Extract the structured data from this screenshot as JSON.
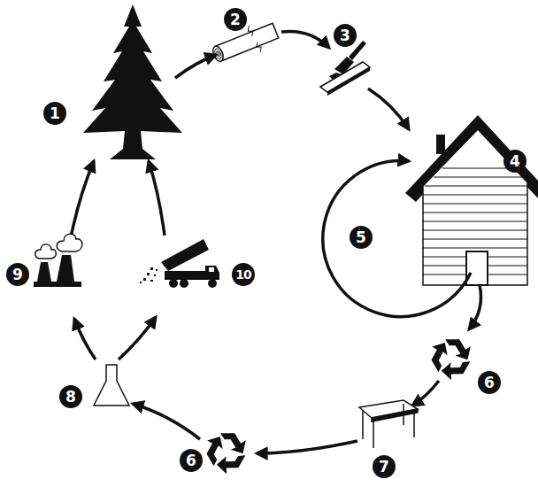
{
  "diagram": {
    "labels": [
      "1",
      "2",
      "3",
      "4",
      "5",
      "6",
      "7",
      "6",
      "8",
      "9",
      "10"
    ]
  }
}
